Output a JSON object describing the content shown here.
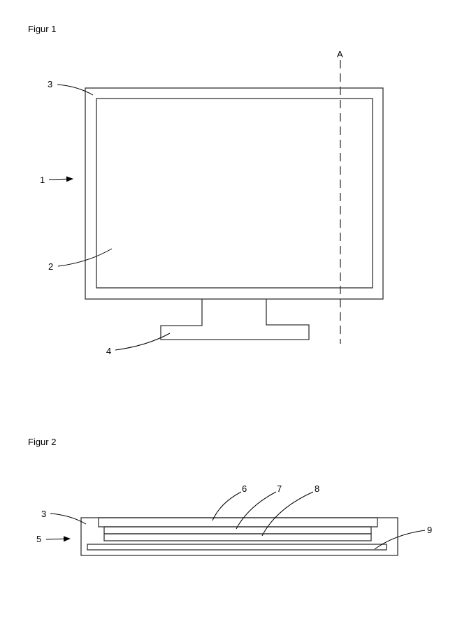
{
  "figure1": {
    "title": "Figur 1",
    "section_label": "A",
    "labels": {
      "monitor": "1",
      "screen": "2",
      "frame": "3",
      "stand": "4"
    }
  },
  "figure2": {
    "title": "Figur 2",
    "labels": {
      "frame": "3",
      "section": "5",
      "layer_top": "6",
      "layer_middle": "7",
      "layer_lower": "8",
      "back_plate": "9"
    }
  }
}
